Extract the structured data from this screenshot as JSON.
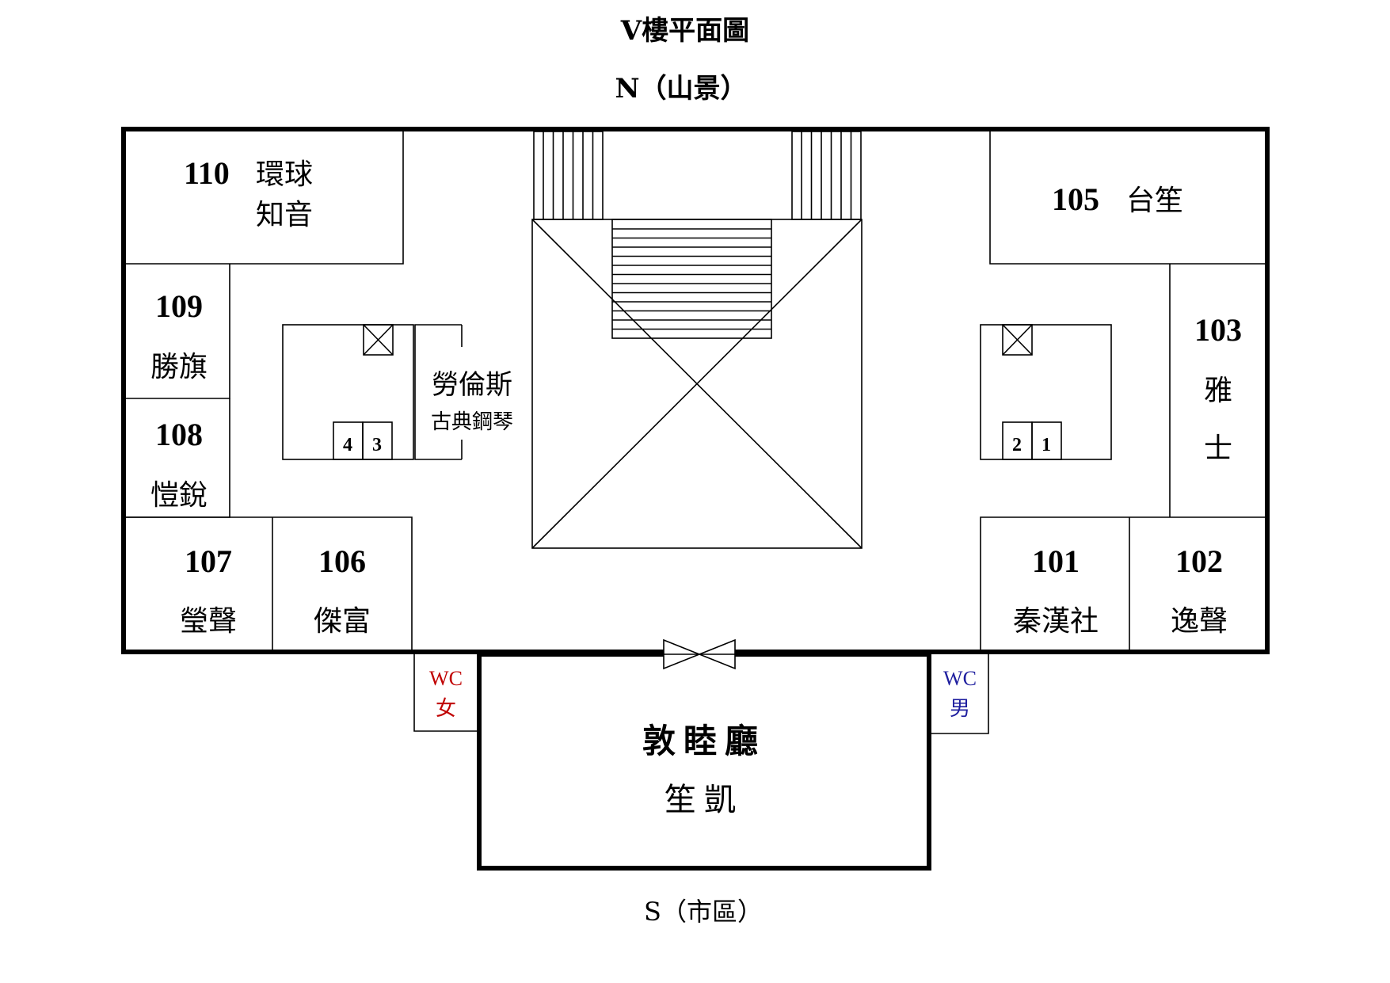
{
  "title": "V樓平面圖",
  "north_label": "N（山景）",
  "south_label": "S（市區）",
  "rooms": {
    "r110": {
      "number": "110",
      "name_line1": "環球",
      "name_line2": "知音"
    },
    "r109": {
      "number": "109",
      "name": "勝旗"
    },
    "r108": {
      "number": "108",
      "name": "愷銳"
    },
    "r107": {
      "number": "107",
      "name": "瑩聲"
    },
    "r106": {
      "number": "106",
      "name": "傑富"
    },
    "r105": {
      "number": "105",
      "name": "台笙"
    },
    "r103": {
      "number": "103",
      "name_line1": "雅",
      "name_line2": "士"
    },
    "r101": {
      "number": "101",
      "name": "秦漢社"
    },
    "r102": {
      "number": "102",
      "name": "逸聲"
    }
  },
  "shop": {
    "name": "勞倫斯",
    "subtitle": "古典鋼琴"
  },
  "elevators": {
    "left": [
      "4",
      "3"
    ],
    "right": [
      "2",
      "1"
    ]
  },
  "wc_female": {
    "code": "WC",
    "label": "女",
    "color": "#c00000"
  },
  "wc_male": {
    "code": "WC",
    "label": "男",
    "color": "#1f1f9f"
  },
  "hall": {
    "name": "敦睦廳",
    "subtitle": "笙凱"
  }
}
